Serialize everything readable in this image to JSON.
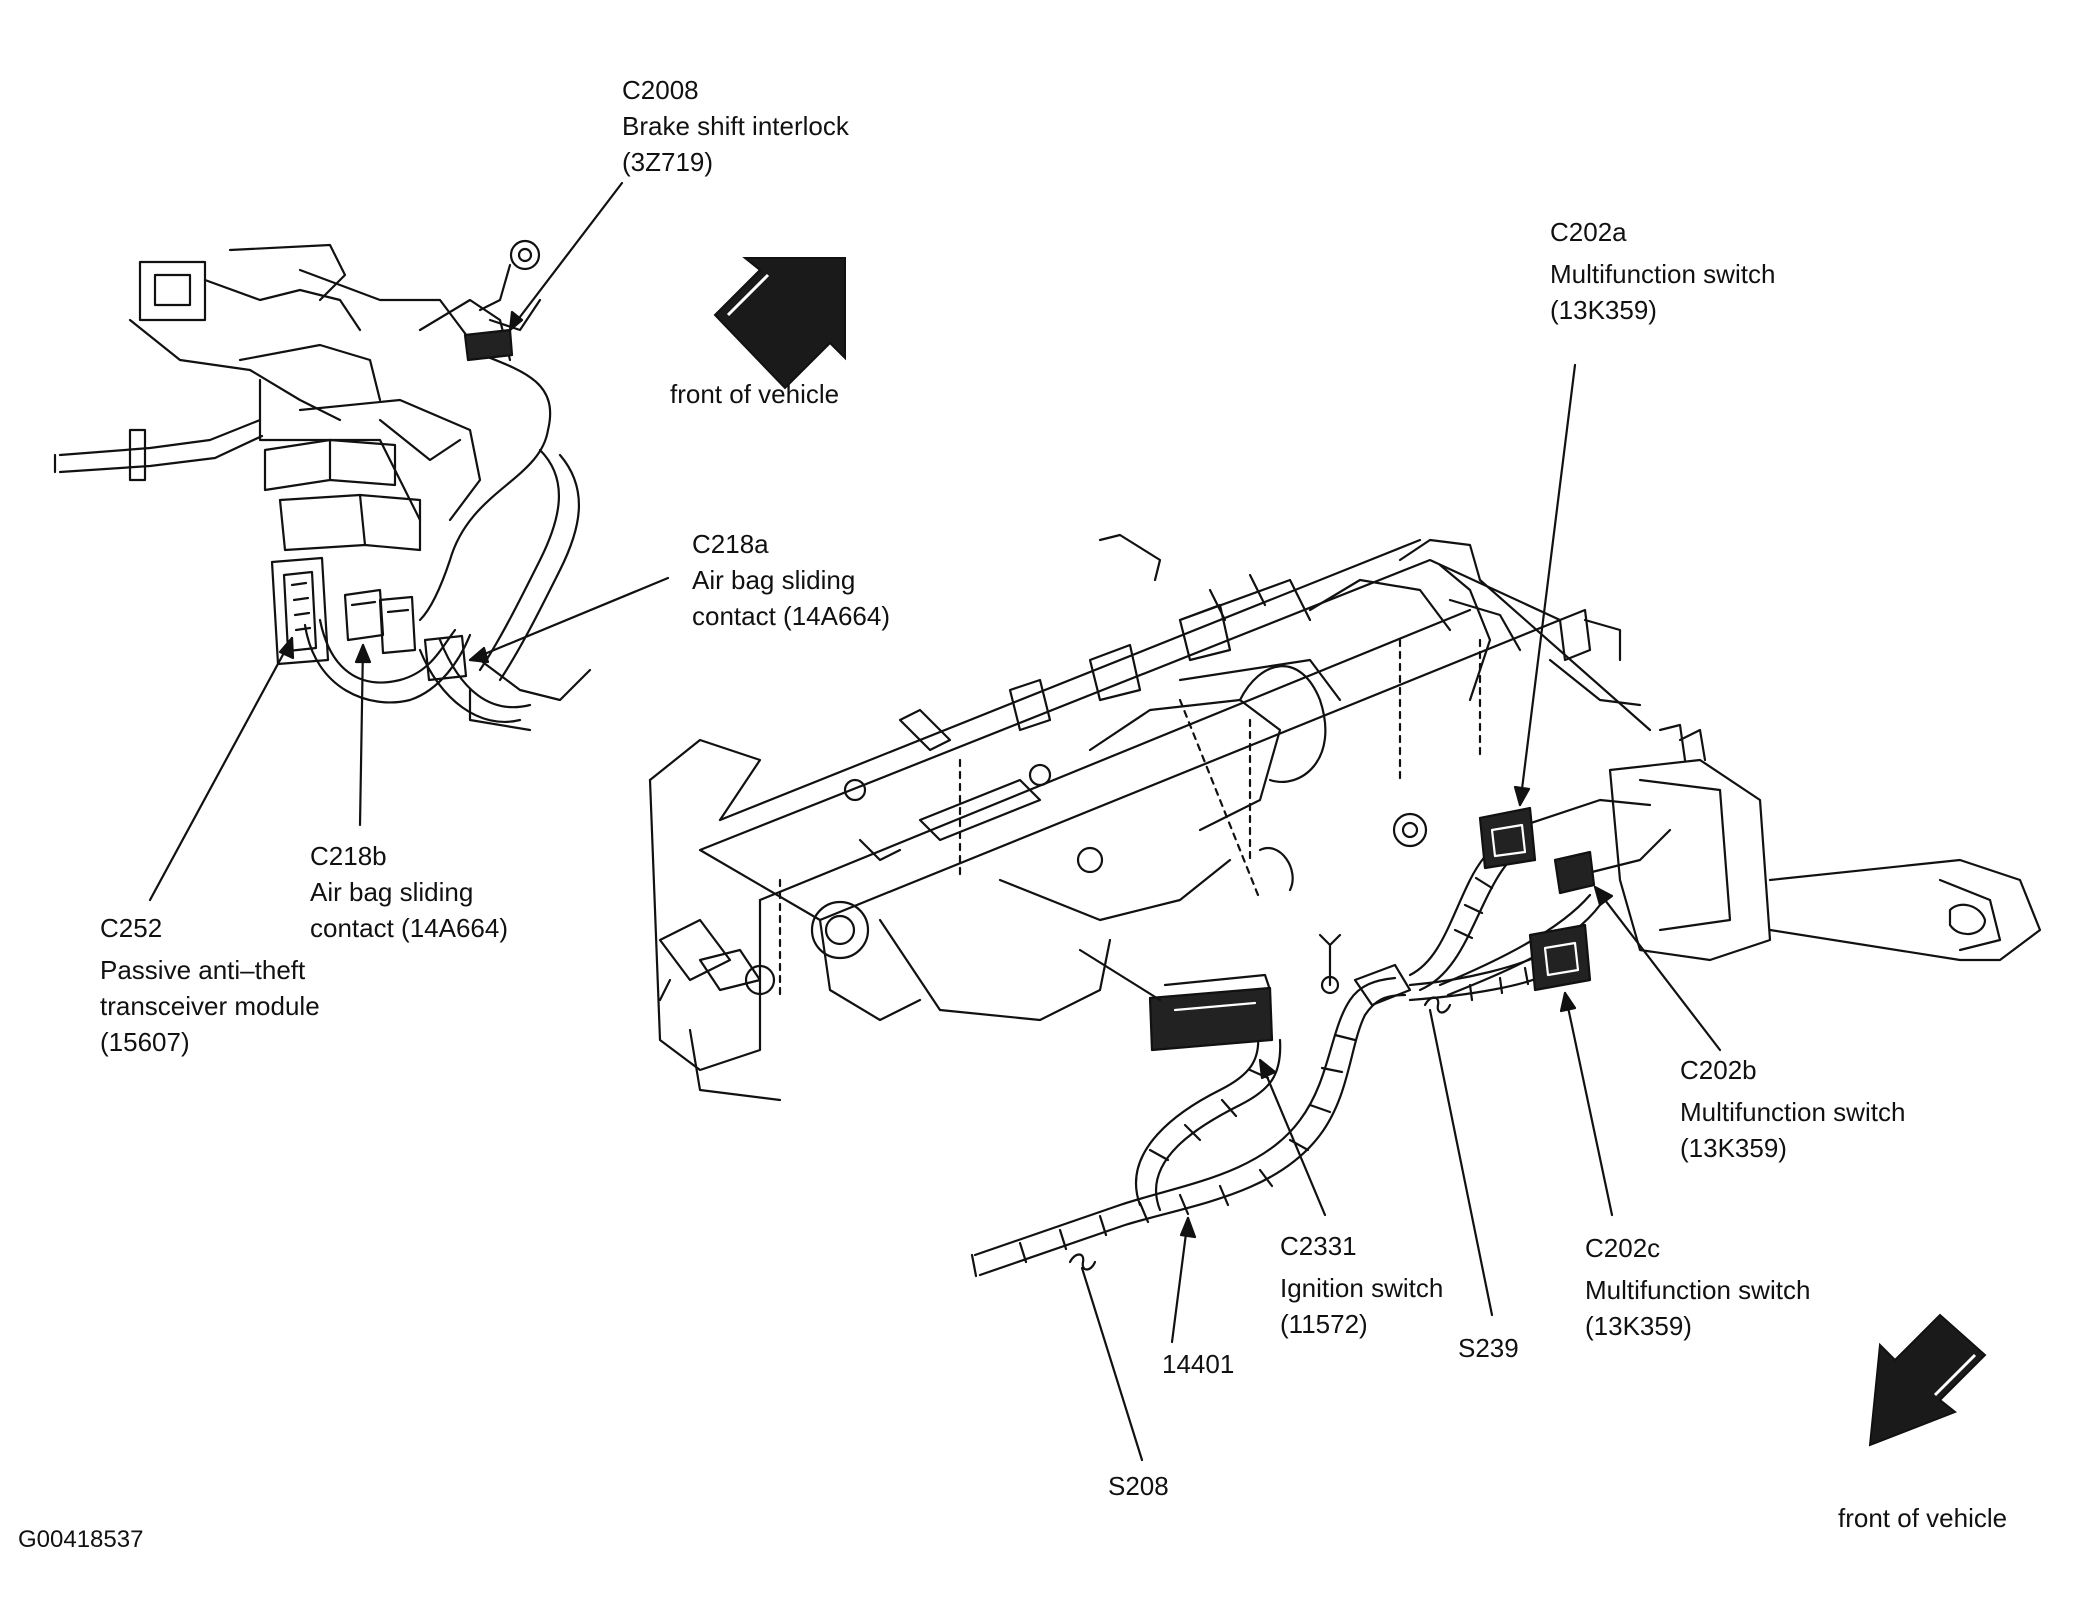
{
  "labels": {
    "c2008": {
      "id": "C2008",
      "name": "Brake shift interlock",
      "part": "(3Z719)"
    },
    "front_top": "front of vehicle",
    "c218a": {
      "id": "C218a",
      "name": "Air bag sliding",
      "name2": "contact (14A664)"
    },
    "c218b": {
      "id": "C218b",
      "name": "Air bag sliding",
      "name2": "contact (14A664)"
    },
    "c252": {
      "id": "C252",
      "name": "Passive anti–theft",
      "name2": "transceiver module",
      "part": "(15607)"
    },
    "c202a": {
      "id": "C202a",
      "name": "Multifunction switch",
      "part": "(13K359)"
    },
    "c202b": {
      "id": "C202b",
      "name": "Multifunction switch",
      "part": "(13K359)"
    },
    "c202c": {
      "id": "C202c",
      "name": "Multifunction switch",
      "part": "(13K359)"
    },
    "c2331": {
      "id": "C2331",
      "name": "Ignition switch",
      "part": "(11572)"
    },
    "s239": "S239",
    "harness": "14401",
    "s208": "S208",
    "front_bottom": "front of vehicle",
    "figure_id": "G00418537"
  },
  "colors": {
    "ink": "#111111",
    "connector_fill": "#222222",
    "arrow_fill": "#1a1a1a"
  }
}
